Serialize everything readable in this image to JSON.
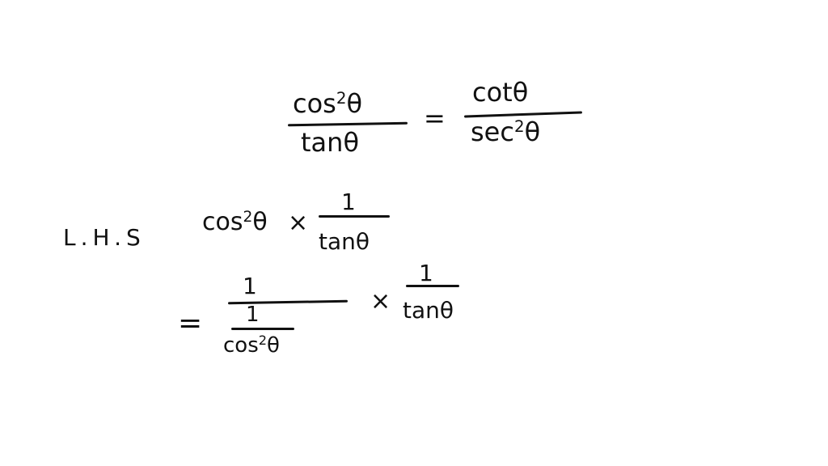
{
  "line1": {
    "lhs": {
      "numerator": {
        "base": "cos",
        "exponent": "2",
        "var": "θ"
      },
      "denominator": "tanθ"
    },
    "equals": "=",
    "rhs": {
      "numerator": "cotθ",
      "denominator": {
        "base": "sec",
        "exponent": "2",
        "var": "θ"
      }
    }
  },
  "line2": {
    "label": "L.H.S",
    "term": {
      "base": "cos",
      "exponent": "2",
      "var": "θ"
    },
    "times": "×",
    "fraction": {
      "numerator": "1",
      "denominator": "tanθ"
    }
  },
  "line3": {
    "equals": "=",
    "outer_numerator": "1",
    "inner": {
      "numerator": "1",
      "denominator": {
        "base": "cos",
        "exponent": "2",
        "var": "θ"
      }
    },
    "times": "×",
    "fraction": {
      "numerator": "1",
      "denominator": "tanθ"
    }
  }
}
